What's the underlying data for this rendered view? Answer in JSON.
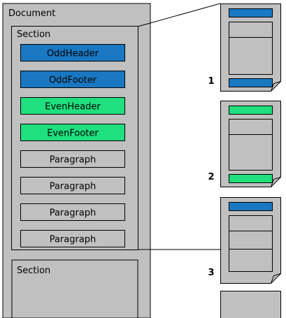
{
  "document": {
    "label": "Document",
    "sections": [
      {
        "label": "Section",
        "blocks": [
          {
            "label": "OddHeader",
            "kind": "odd"
          },
          {
            "label": "OddFooter",
            "kind": "odd"
          },
          {
            "label": "EvenHeader",
            "kind": "even"
          },
          {
            "label": "EvenFooter",
            "kind": "even"
          },
          {
            "label": "Paragraph",
            "kind": "plain"
          },
          {
            "label": "Paragraph",
            "kind": "plain"
          },
          {
            "label": "Paragraph",
            "kind": "plain"
          },
          {
            "label": "Paragraph",
            "kind": "plain"
          }
        ]
      },
      {
        "label": "Section",
        "blocks": []
      }
    ]
  },
  "pages": [
    {
      "number": "1",
      "header": "odd",
      "footer": "odd"
    },
    {
      "number": "2",
      "header": "even",
      "footer": "even"
    },
    {
      "number": "3",
      "header": "odd",
      "footer": ""
    },
    {
      "number": "",
      "header": "",
      "footer": ""
    }
  ],
  "colors": {
    "odd": "#1a78c2",
    "even": "#1fdf7e",
    "plain": "#c0c0c0",
    "panel": "#c0c0c0",
    "stroke": "#000000"
  }
}
